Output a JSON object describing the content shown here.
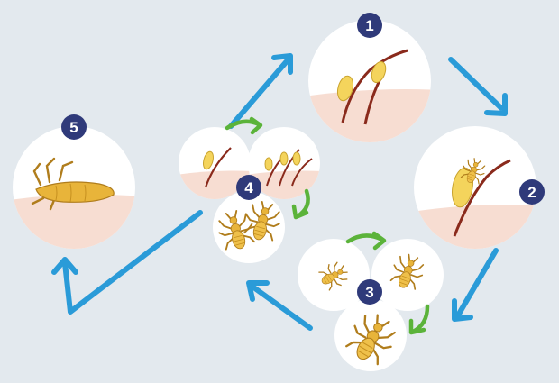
{
  "colors": {
    "background": "#e3e9ee",
    "circle_fill": "#ffffff",
    "skin": "#f7ddd2",
    "hair": "#8a2a1c",
    "egg": "#f4d45c",
    "louse": "#e8b43a",
    "louse_outline": "#b07d1c",
    "arrow_blue": "#2a9bd8",
    "arrow_green": "#5bb33a",
    "badge": "#2f3a7a"
  },
  "stages": [
    {
      "number": "1",
      "icon": "eggs-on-hair-icon"
    },
    {
      "number": "2",
      "icon": "hatching-egg-icon"
    },
    {
      "number": "3",
      "icon": "nymph-louse-icon"
    },
    {
      "number": "4",
      "icon": "adult-louse-icon"
    },
    {
      "number": "5",
      "icon": "dead-louse-icon"
    }
  ]
}
